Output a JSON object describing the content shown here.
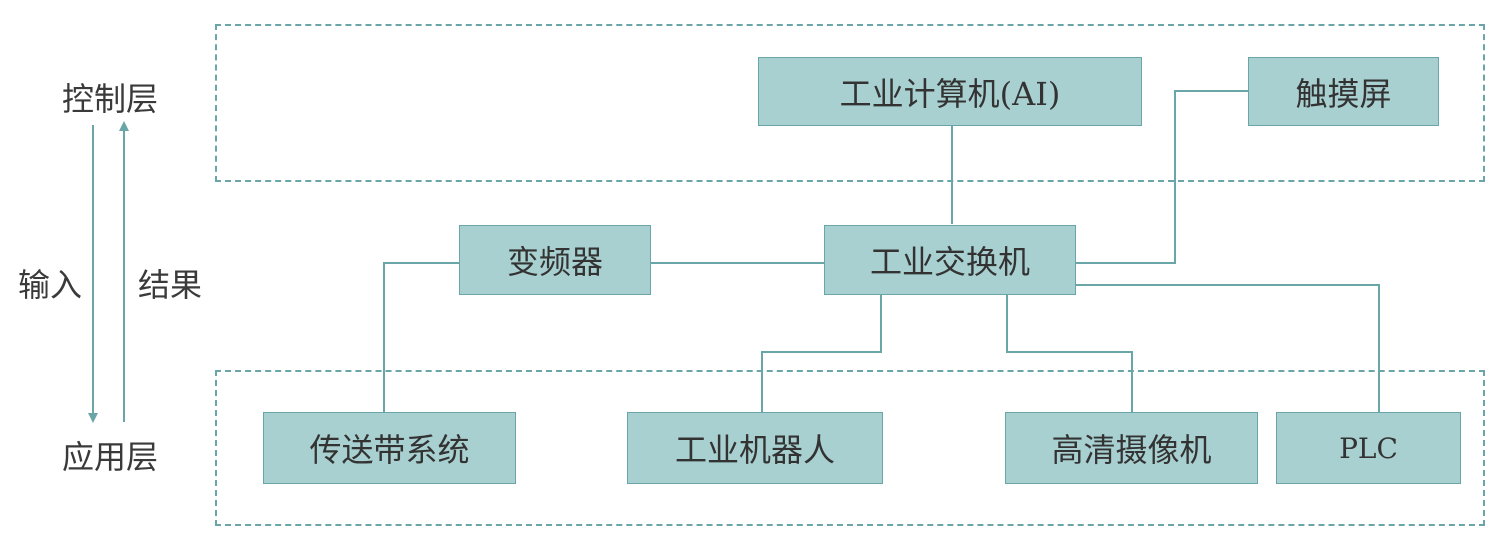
{
  "side": {
    "control_layer": "控制层",
    "input": "输入",
    "result": "结果",
    "application_layer": "应用层"
  },
  "control_zone": {
    "computer": "工业计算机(AI)",
    "touchscreen": "触摸屏"
  },
  "middle": {
    "inverter": "变频器",
    "switch": "工业交换机"
  },
  "application_zone": {
    "conveyor": "传送带系统",
    "robot": "工业机器人",
    "camera": "高清摄像机",
    "plc": "PLC"
  },
  "colors": {
    "node_fill": "#a9d0d1",
    "line": "#6aa5a8"
  }
}
